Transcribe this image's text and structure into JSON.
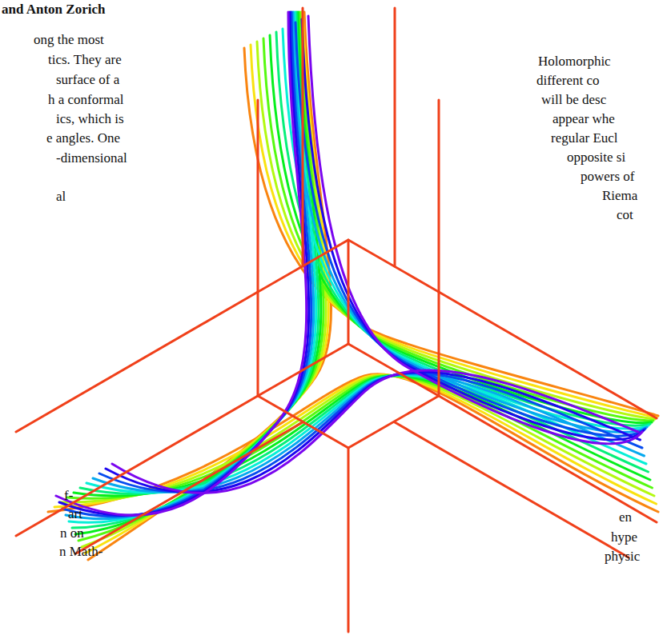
{
  "diagram": {
    "labels": [
      "and Anton Zorich",
      "ong the most",
      "tics. They are",
      "surface of a",
      "h a conformal",
      "ics, which is",
      "e angles. One",
      "-dimensional",
      "al",
      "f-",
      "art",
      "n on",
      "n Math-",
      "Holomorphic",
      "different co",
      "will be desc",
      "appear whe",
      "regular Eucl",
      "opposite si",
      "powers of",
      "Riema",
      "cot",
      "en",
      "hype",
      "physic"
    ]
  }
}
